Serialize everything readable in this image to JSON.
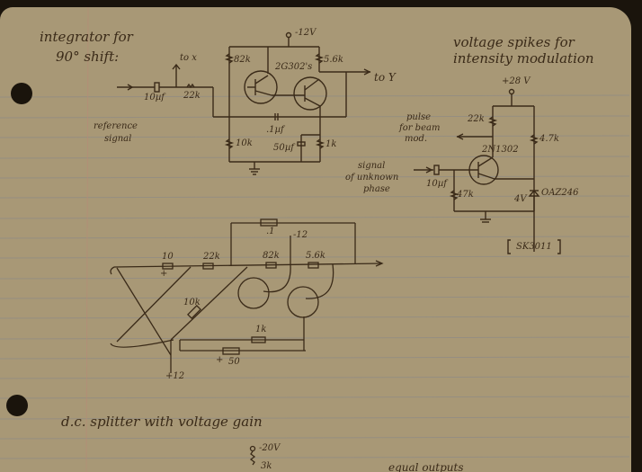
{
  "page": {
    "description": "Handwritten notes on lined notebook paper with circuit sketches"
  },
  "sections": {
    "integrator": {
      "title_line1": "integrator for",
      "title_line2": "90° shift:",
      "to_x": "to x",
      "cap_in": "10µf",
      "r_in": "22k",
      "supply": "-12V",
      "r_82k": "82k",
      "transistors": "2G302's",
      "r_5_6k": "5.6k",
      "to_y": "to Y",
      "cap_fb": ".1µf",
      "r_10k": "10k",
      "cap_50": "50µf",
      "r_1k": "1k",
      "ref_line1": "reference",
      "ref_line2": "signal"
    },
    "spikes": {
      "title_line1": "voltage spikes for",
      "title_line2": "intensity modulation",
      "supply": "+28 V",
      "r_22k": "22k",
      "r_4_7k": "4.7k",
      "transistor": "2N1302",
      "pulse_line1": "pulse",
      "pulse_line2": "for beam",
      "pulse_line3": "mod.",
      "sig_line1": "signal",
      "sig_line2": "of unknown",
      "sig_line3": "phase",
      "cap": "10µf",
      "r_47k": "47k",
      "zener_v": "4V",
      "zener": "OAZ246",
      "part": "SK3011"
    },
    "layout_sketch": {
      "cap_1": ".1",
      "supply_neg": "-12",
      "r_10": "10",
      "plus": "+",
      "r_22k": "22k",
      "r_82k": "82k",
      "r_5_6k": "5.6k",
      "r_10k": "10k",
      "r_1k": "1k",
      "cap_plus": "+",
      "cap_50": "50",
      "supply_pos": "+12"
    },
    "splitter": {
      "title": "d.c. splitter with voltage gain",
      "supply": "-20V",
      "r_partial": "3k",
      "trailing_text": "equal outputs"
    }
  },
  "colors": {
    "paper": "#a89876",
    "ink": "#3a2a18",
    "rule_line": "#8d8a86",
    "margin_line": "#b88a78",
    "background": "#1a140c"
  }
}
